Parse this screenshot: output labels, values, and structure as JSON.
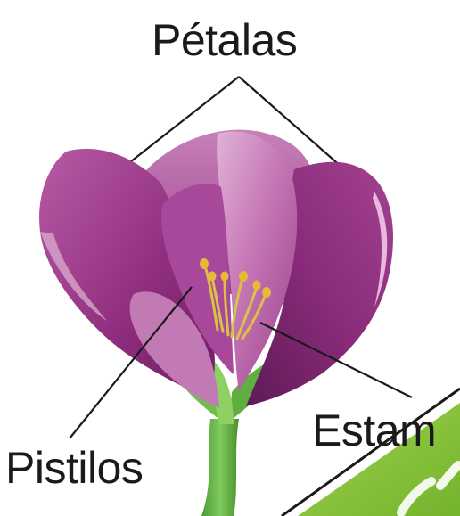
{
  "labels": {
    "petals": "Pétalas",
    "pistils": "Pistilos",
    "stamens": "Estam"
  },
  "colors": {
    "petal_dark": "#8e2d7d",
    "petal_mid": "#b04a9c",
    "petal_light": "#d9a4cf",
    "stem_green": "#6bbd4b",
    "anther_yellow": "#e8b83a",
    "banner_green": "#8cc63f"
  }
}
